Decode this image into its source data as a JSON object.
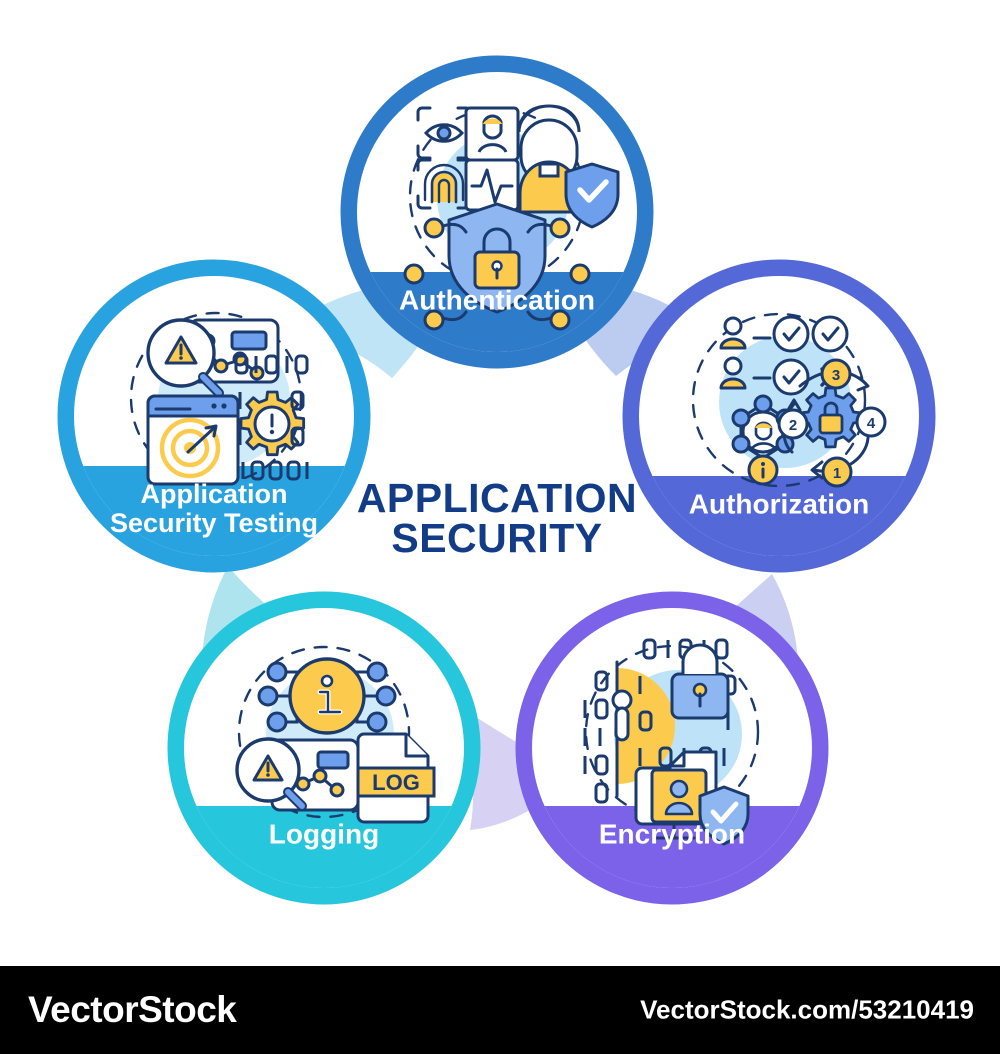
{
  "diagram": {
    "center_title_line1": "APPLICATION",
    "center_title_line2": "SECURITY",
    "center_title_color": "#123C87",
    "background_color": "#FFFFFF",
    "layout": "pentagon-radial",
    "node_count": 5,
    "nodes": [
      {
        "id": "authentication",
        "label_line1": "Authentication",
        "label_line2": "",
        "color": "#2E7BC9",
        "connector_tint": "#A9D3F0",
        "position": "top",
        "icon_name": "biometric-authentication-icon",
        "icon_elements": [
          "eye-scan-frame-icon",
          "face-scan-frame-icon",
          "fingerprint-scan-frame-icon",
          "pulse-scan-frame-icon",
          "person-with-shield-check-icon",
          "shield-padlock-icon",
          "dashed-circle-network-icon"
        ]
      },
      {
        "id": "authorization",
        "label_line1": "Authorization",
        "label_line2": "",
        "color": "#5468D8",
        "connector_tint": "#C7CDF0",
        "position": "right",
        "icon_name": "access-control-icon",
        "icon_elements": [
          "user-approved-check-icon",
          "user-denied-cross-icon",
          "hexagon-network-user-icon",
          "info-badge-icon",
          "gear-lock-icon",
          "numbered-steps-1-2-3-4-icon",
          "dashed-circle-network-icon"
        ]
      },
      {
        "id": "encryption",
        "label_line1": "Encryption",
        "label_line2": "",
        "color": "#7B62E8",
        "connector_tint": "#DDD8F5",
        "position": "bottom-right",
        "icon_name": "data-encryption-icon",
        "icon_elements": [
          "binary-digits-icon",
          "padlock-closed-icon",
          "monitor-document-user-icon",
          "shield-check-icon",
          "dashed-circle-icon"
        ]
      },
      {
        "id": "logging",
        "label_line1": "Logging",
        "label_line2": "",
        "color": "#26C6DC",
        "connector_tint": "#ADE6EE",
        "position": "bottom-left",
        "icon_name": "event-logging-icon",
        "icon_elements": [
          "info-circle-icon",
          "node-network-icon",
          "warning-triangle-magnifier-icon",
          "log-file-icon",
          "dashed-circle-icon"
        ],
        "icon_text": "LOG"
      },
      {
        "id": "application-security-testing",
        "label_line1": "Application",
        "label_line2": "Security Testing",
        "color": "#29A3E0",
        "connector_tint": "#9FE0EC",
        "position": "left",
        "icon_name": "security-testing-icon",
        "icon_elements": [
          "warning-triangle-magnifier-icon",
          "dashboard-panel-icon",
          "browser-window-target-icon",
          "gear-alert-icon",
          "binary-digits-icon",
          "dashed-circle-icon"
        ]
      }
    ],
    "palette": {
      "icon_yellow": "#FCCB4D",
      "icon_blue": "#6E9FEC",
      "icon_light_blue": "#BEE3F8",
      "icon_outline": "#1B3B6F",
      "icon_white": "#FFFFFF"
    }
  },
  "footer": {
    "brand": "VectorStock",
    "url": "VectorStock.com/53210419",
    "background_color": "#000000"
  }
}
